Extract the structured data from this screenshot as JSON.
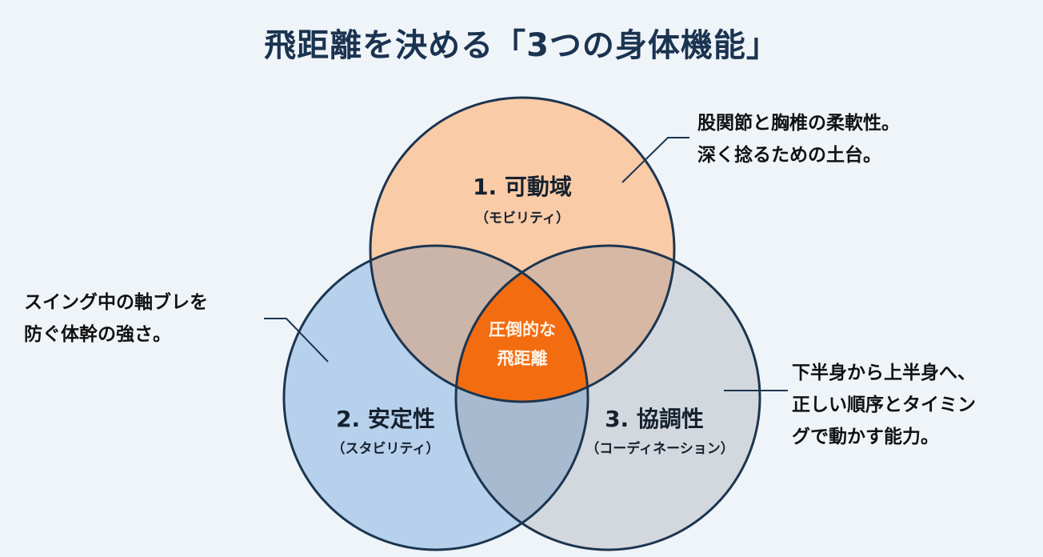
{
  "title": "飛距離を決める「3つの身体機能」",
  "circles": [
    {
      "label": "1. 可動域",
      "sub": "（モビリティ）",
      "note": [
        "股関節と胸椎の柔軟性。",
        "深く捻るための土台。"
      ]
    },
    {
      "label": "2. 安定性",
      "sub": "（スタビリティ）",
      "note": [
        "スイング中の軸ブレを",
        "防ぐ体幹の強さ。"
      ]
    },
    {
      "label": "3. 協調性",
      "sub": "（コーディネーション）",
      "note": [
        "下半身から上半身へ、",
        "正しい順序とタイミン",
        "グで動かす能力。"
      ]
    }
  ],
  "center": [
    "圧倒的な",
    "飛距離"
  ],
  "colors": {
    "background": "#eff4f9",
    "mobility": "#f9cba7",
    "stability": "#b7d1ec",
    "coordination": "#d3d8de",
    "center": "#f36c10",
    "stroke": "#1c3550"
  }
}
